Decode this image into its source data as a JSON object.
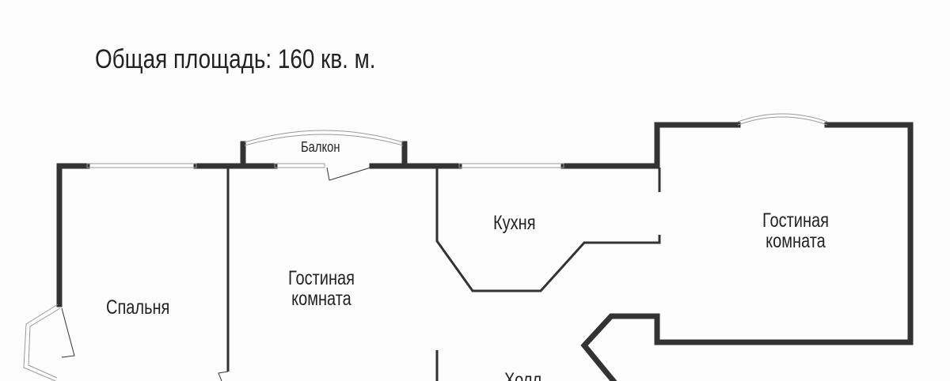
{
  "title": "Общая площадь: 160 кв. м.",
  "rooms": {
    "balcony": "Балкон",
    "bedroom": "Спальня",
    "living_left_1": "Гостиная",
    "living_left_2": "комната",
    "kitchen": "Кухня",
    "living_right_1": "Гостиная",
    "living_right_2": "комната",
    "hall": "Холл"
  },
  "colors": {
    "wall": "#333333",
    "window": "#999999"
  }
}
